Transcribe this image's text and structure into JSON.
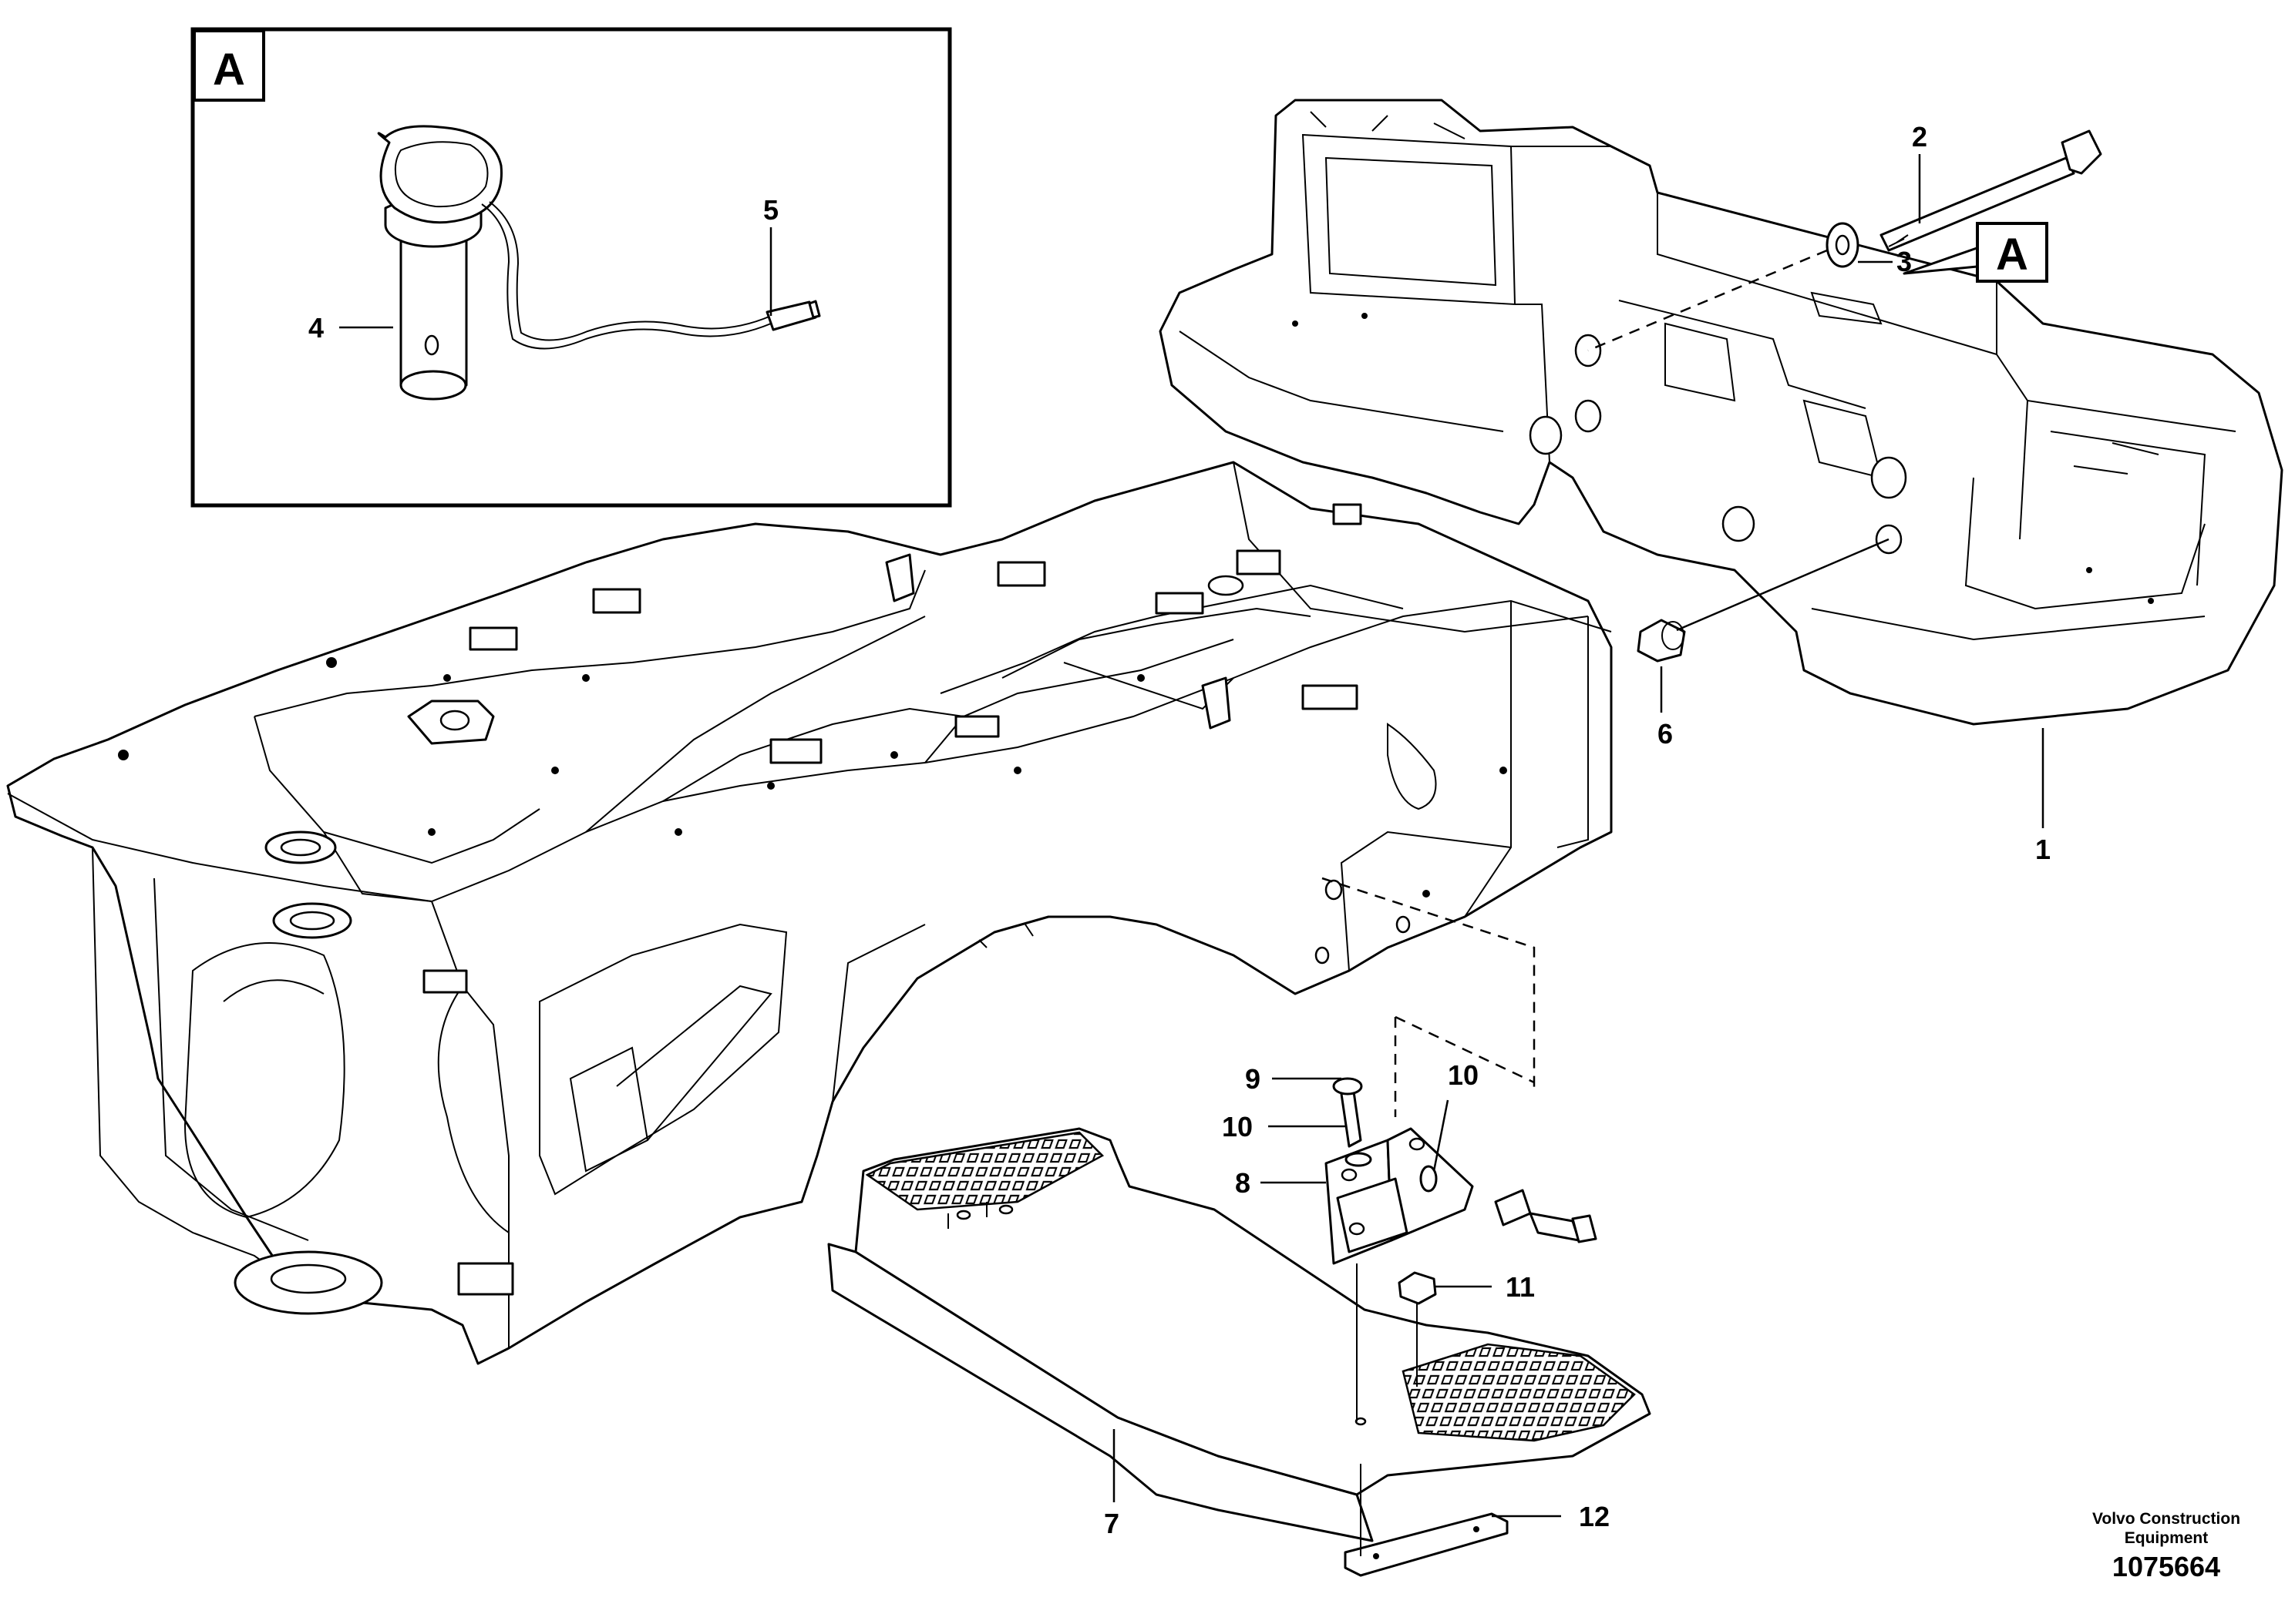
{
  "diagram": {
    "callouts": [
      {
        "id": "1",
        "text": "1"
      },
      {
        "id": "2",
        "text": "2"
      },
      {
        "id": "3",
        "text": "3"
      },
      {
        "id": "4",
        "text": "4"
      },
      {
        "id": "5",
        "text": "5"
      },
      {
        "id": "6",
        "text": "6"
      },
      {
        "id": "7",
        "text": "7"
      },
      {
        "id": "8",
        "text": "8"
      },
      {
        "id": "9",
        "text": "9"
      },
      {
        "id": "10a",
        "text": "10"
      },
      {
        "id": "10b",
        "text": "10"
      },
      {
        "id": "11",
        "text": "11"
      },
      {
        "id": "12",
        "text": "12"
      }
    ],
    "detail_label": "A",
    "reference_label": "A",
    "credit_line1": "Volvo Construction",
    "credit_line2": "Equipment",
    "drawing_number": "1075664"
  }
}
